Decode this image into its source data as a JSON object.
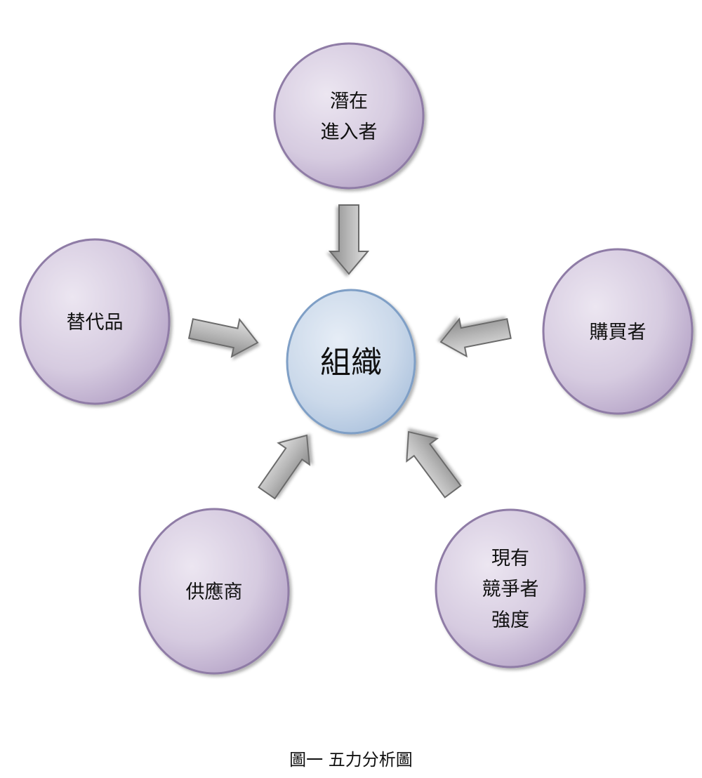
{
  "diagram": {
    "center": {
      "label": "組織"
    },
    "forces": [
      {
        "id": "potential-entrants",
        "lines": [
          "潛在",
          "進入者"
        ]
      },
      {
        "id": "substitutes",
        "lines": [
          "替代品"
        ]
      },
      {
        "id": "buyers",
        "lines": [
          "購買者"
        ]
      },
      {
        "id": "suppliers",
        "lines": [
          "供應商"
        ]
      },
      {
        "id": "rivalry",
        "lines": [
          "現有",
          "競爭者",
          "強度"
        ]
      }
    ],
    "caption": "圖一  五力分析圖",
    "colors": {
      "force_fill_light": "#ece6f1",
      "force_fill_dark": "#b4a2c6",
      "force_stroke": "#8f7ca6",
      "center_fill_light": "#e3ebf5",
      "center_fill_dark": "#a9c0dc",
      "center_stroke": "#7f9fc6",
      "arrow_light": "#e0e0e0",
      "arrow_dark": "#8a8a8a",
      "arrow_stroke": "#6a6a6a"
    }
  }
}
